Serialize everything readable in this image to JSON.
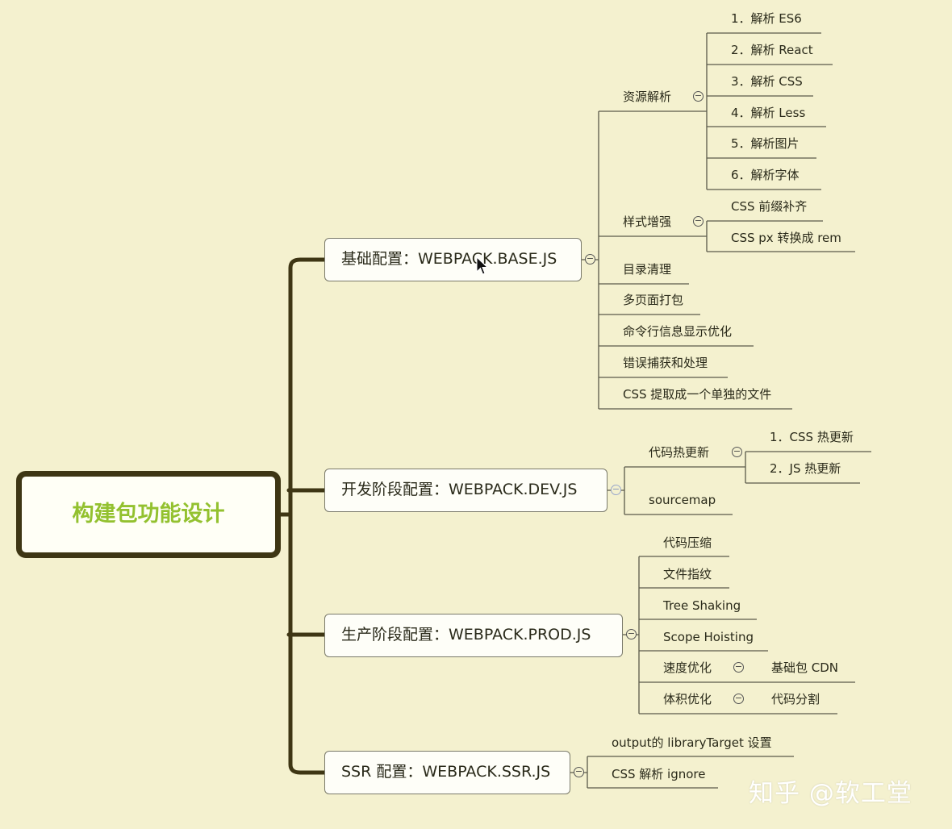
{
  "root": {
    "label": "构建包功能设计"
  },
  "branches": [
    {
      "label": "基础配置：WEBPACK.BASE.JS",
      "children": [
        {
          "label": "资源解析",
          "children": [
            "1．解析 ES6",
            "2．解析 React",
            "3．解析 CSS",
            "4．解析 Less",
            "5．解析图片",
            "6．解析字体"
          ]
        },
        {
          "label": "样式增强",
          "children": [
            "CSS 前缀补齐",
            "CSS px 转换成 rem"
          ]
        },
        {
          "label": "目录清理"
        },
        {
          "label": "多页面打包"
        },
        {
          "label": "命令行信息显示优化"
        },
        {
          "label": "错误捕获和处理"
        },
        {
          "label": "CSS 提取成一个单独的文件"
        }
      ]
    },
    {
      "label": "开发阶段配置：WEBPACK.DEV.JS",
      "children": [
        {
          "label": "代码热更新",
          "children": [
            "1．CSS 热更新",
            "2．JS 热更新"
          ]
        },
        {
          "label": "sourcemap"
        }
      ]
    },
    {
      "label": "生产阶段配置：WEBPACK.PROD.JS",
      "children": [
        {
          "label": "代码压缩"
        },
        {
          "label": "文件指纹"
        },
        {
          "label": "Tree Shaking"
        },
        {
          "label": "Scope Hoisting"
        },
        {
          "label": "速度优化",
          "children": [
            "基础包 CDN"
          ]
        },
        {
          "label": "体积优化",
          "children": [
            "代码分割"
          ]
        }
      ]
    },
    {
      "label": "SSR 配置：WEBPACK.SSR.JS",
      "children": [
        {
          "label": "output的 libraryTarget 设置"
        },
        {
          "label": "CSS 解析 ignore"
        }
      ]
    }
  ],
  "watermark": "知乎 @软工堂",
  "colors": {
    "background": "#f4f1cf",
    "trunk": "#3e3614",
    "root_text": "#93c12f",
    "line": "#5a5a4a"
  }
}
